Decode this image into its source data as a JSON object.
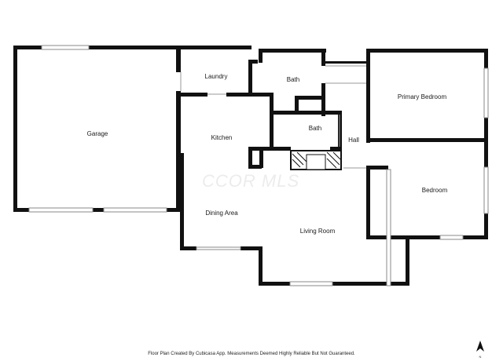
{
  "rooms": {
    "garage": "Garage",
    "laundry": "Laundry",
    "bath_upper": "Bath",
    "bath_middle": "Bath",
    "primary_bedroom": "Primary Bedroom",
    "kitchen": "Kitchen",
    "hall": "Hall",
    "bedroom": "Bedroom",
    "dining_area": "Dining Area",
    "living_room": "Living Room"
  },
  "watermark": "CCOR MLS",
  "footer": "Floor Plan Created By Cubicasa App. Measurements Deemed Highly Reliable But Not Guaranteed.",
  "compass": {
    "icon": "north-arrow-icon",
    "label": "N"
  },
  "colors": {
    "wall": "#111111",
    "window": "#9a9a9a",
    "background": "#ffffff"
  }
}
